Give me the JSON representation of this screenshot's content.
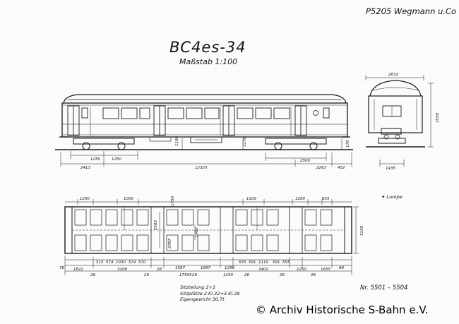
{
  "header_note": "P5205 Wegmann u.Co",
  "title": "BC4es-34",
  "scale": "Maßstab 1:100",
  "copyright": "© Archiv Historische S-Bahn e.V.",
  "legend": "✦ Lampe",
  "footnote": {
    "seating": "Sitzteilung 2+2",
    "seats": "Sitzplätze 2.Kl.32+3.Kl.28",
    "weight": "Eigengewicht 30,7t"
  },
  "car_numbers": "Nr. 5501 – 5504",
  "side_view_dims": {
    "row1": [
      "1250",
      "1250",
      "1100",
      "3170",
      "170"
    ],
    "row2": [
      "2413",
      "12325",
      "2500",
      "2263",
      "452"
    ]
  },
  "end_view_dims": {
    "width": "2832",
    "height": "3550",
    "gauge": "1435"
  },
  "plan_top_dims": [
    "1200",
    "1000",
    "1100",
    "1200",
    "655"
  ],
  "plan_side_dims": [
    "2583",
    "1682",
    "2787",
    "1750",
    "3150"
  ],
  "plan_bottom_dims": {
    "row1": [
      "515",
      "574",
      "1030",
      "574",
      "570",
      "1587",
      "1687",
      "1250",
      "555",
      "591",
      "1110",
      "591",
      "555"
    ],
    "row2": [
      "78",
      "1822",
      "26",
      "3208",
      "26",
      "28",
      "26",
      "1250",
      "26",
      "3402",
      "26",
      "1250",
      "26",
      "1655",
      "68"
    ],
    "total": "17505"
  }
}
